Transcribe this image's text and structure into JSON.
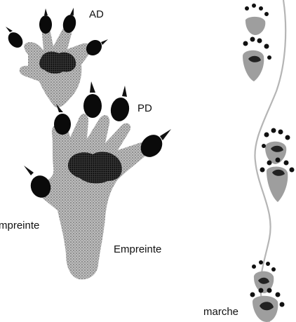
{
  "labels": {
    "front_paw": "AD",
    "hind_paw": "PD",
    "print_left": "Empreinte",
    "print_right": "Empreinte",
    "gait": "marche"
  },
  "colors": {
    "print_fill": "#a9a9a9",
    "toe_pad": "#0a0a0a",
    "trail_line": "#b5b5b5",
    "background": "#ffffff"
  }
}
